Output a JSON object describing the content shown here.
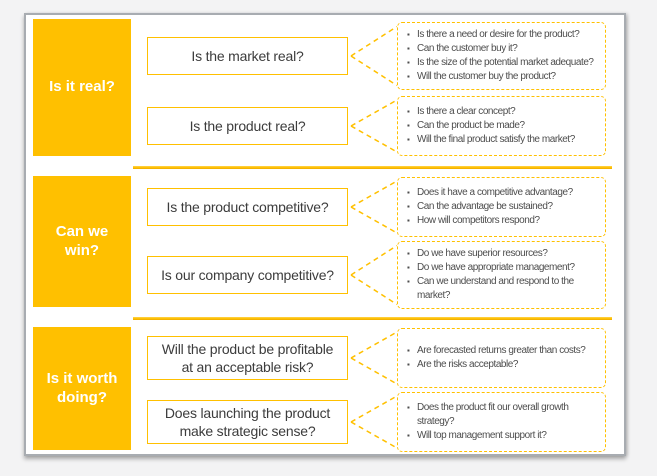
{
  "colors": {
    "accent": "#FFC000",
    "frame_border": "#A8ACB1",
    "question_text": "#3C3C3C",
    "bullet_text": "#4D4D4D",
    "category_text": "#FFFFFF",
    "page_bg": "#F3F3F4",
    "panel_bg": "#FFFFFF"
  },
  "sections": [
    {
      "label": "Is it real?",
      "rows": [
        {
          "question": "Is the market real?",
          "bullets": [
            "Is there a need or desire for the product?",
            "Can the customer buy it?",
            "Is the size of the potential market adequate?",
            "Will the customer buy the product?"
          ]
        },
        {
          "question": "Is the product real?",
          "bullets": [
            "Is there a clear concept?",
            "Can the product be made?",
            "Will the final product satisfy the market?"
          ]
        }
      ]
    },
    {
      "label": "Can we win?",
      "rows": [
        {
          "question": "Is the product competitive?",
          "bullets": [
            "Does it have a competitive advantage?",
            "Can the advantage be sustained?",
            "How will competitors respond?"
          ]
        },
        {
          "question": "Is our company competitive?",
          "bullets": [
            "Do we have superior resources?",
            "Do we have appropriate management?",
            "Can we understand and respond to the market?"
          ]
        }
      ]
    },
    {
      "label": "Is it worth doing?",
      "rows": [
        {
          "question": "Will the product be profitable at an acceptable risk?",
          "bullets": [
            "Are forecasted returns greater than costs?",
            "Are the risks acceptable?"
          ]
        },
        {
          "question": "Does launching the product make strategic sense?",
          "bullets": [
            "Does the product fit our overall growth strategy?",
            "Will top management support it?"
          ]
        }
      ]
    }
  ]
}
